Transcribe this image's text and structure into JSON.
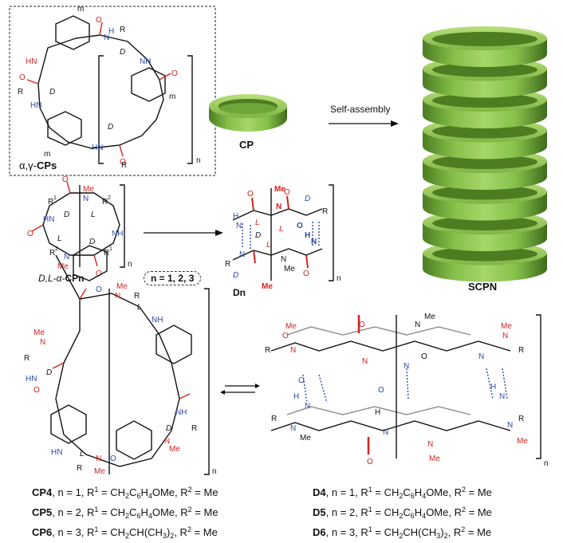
{
  "labels": {
    "cps_prefix": "α,γ-",
    "cps_bold": "CPs",
    "cp": "CP",
    "self_assembly": "Self-assembly",
    "scpn": "SCPN",
    "cpn_prefix": "D,L-α-",
    "cpn_bold": "CPn",
    "dn": "Dn",
    "n_range": "n = 1, 2, 3"
  },
  "captions_left": [
    {
      "id": "CP4",
      "n": "1",
      "r1": "CH2C6H4OMe",
      "r2": "Me"
    },
    {
      "id": "CP5",
      "n": "2",
      "r1": "CH2C6H4OMe",
      "r2": "Me"
    },
    {
      "id": "CP6",
      "n": "3",
      "r1": "CH2CH(CH3)2",
      "r2": "Me"
    }
  ],
  "captions_right": [
    {
      "id": "D4",
      "n": "1",
      "r1": "CH2C6H4OMe",
      "r2": "Me"
    },
    {
      "id": "D5",
      "n": "2",
      "r1": "CH2C6H4OMe",
      "r2": "Me"
    },
    {
      "id": "D6",
      "n": "3",
      "r1": "CH2CH(CH3)2",
      "r2": "Me"
    }
  ],
  "colors": {
    "ring_green": "#6fa83a",
    "ring_dark": "#3f6b1c",
    "ring_light": "#a9d46a",
    "nitrogen_blue": "#2b4aa8",
    "oxygen_red": "#d2231f",
    "bond_black": "#111111"
  },
  "stack_ring_count": 8
}
